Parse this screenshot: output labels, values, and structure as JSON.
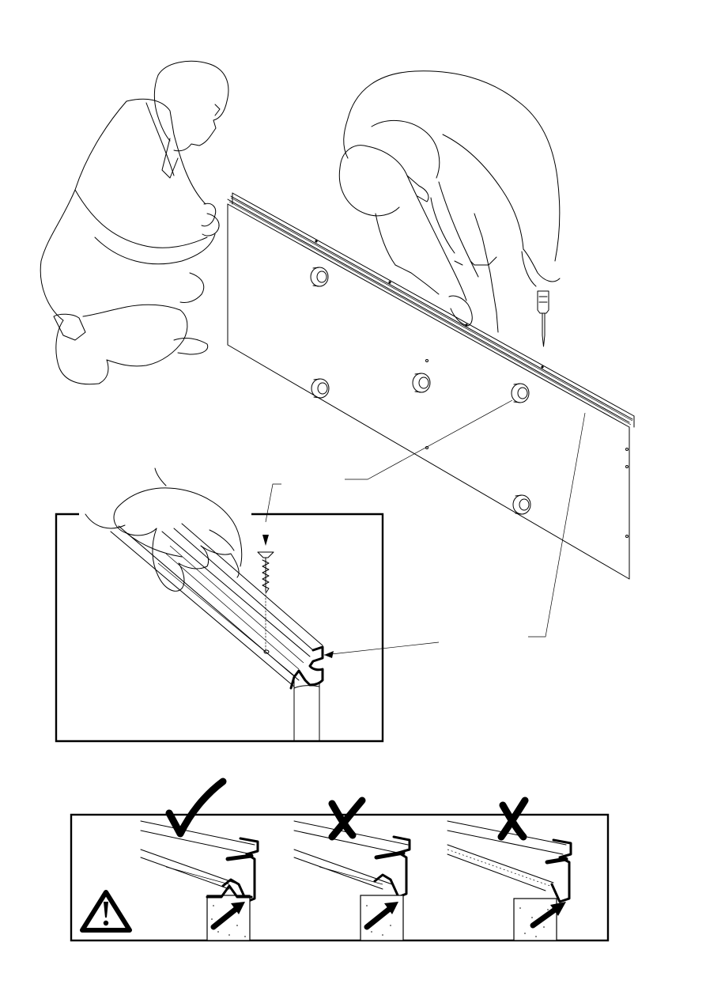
{
  "illustration": {
    "main_scene": "panel-with-top-rail-and-two-fitters",
    "detail_inset": "rail-screw-fixing-detail",
    "warning_strip": "rail-seating-check"
  },
  "icons": {
    "screwdriver": "screwdriver-icon",
    "screw": "screw-icon",
    "warning": "warning-triangle-icon",
    "correct": "check-mark-icon",
    "wrong": "cross-mark-icon"
  },
  "warning_panels": [
    {
      "verdict": "correct"
    },
    {
      "verdict": "wrong"
    },
    {
      "verdict": "wrong"
    }
  ]
}
